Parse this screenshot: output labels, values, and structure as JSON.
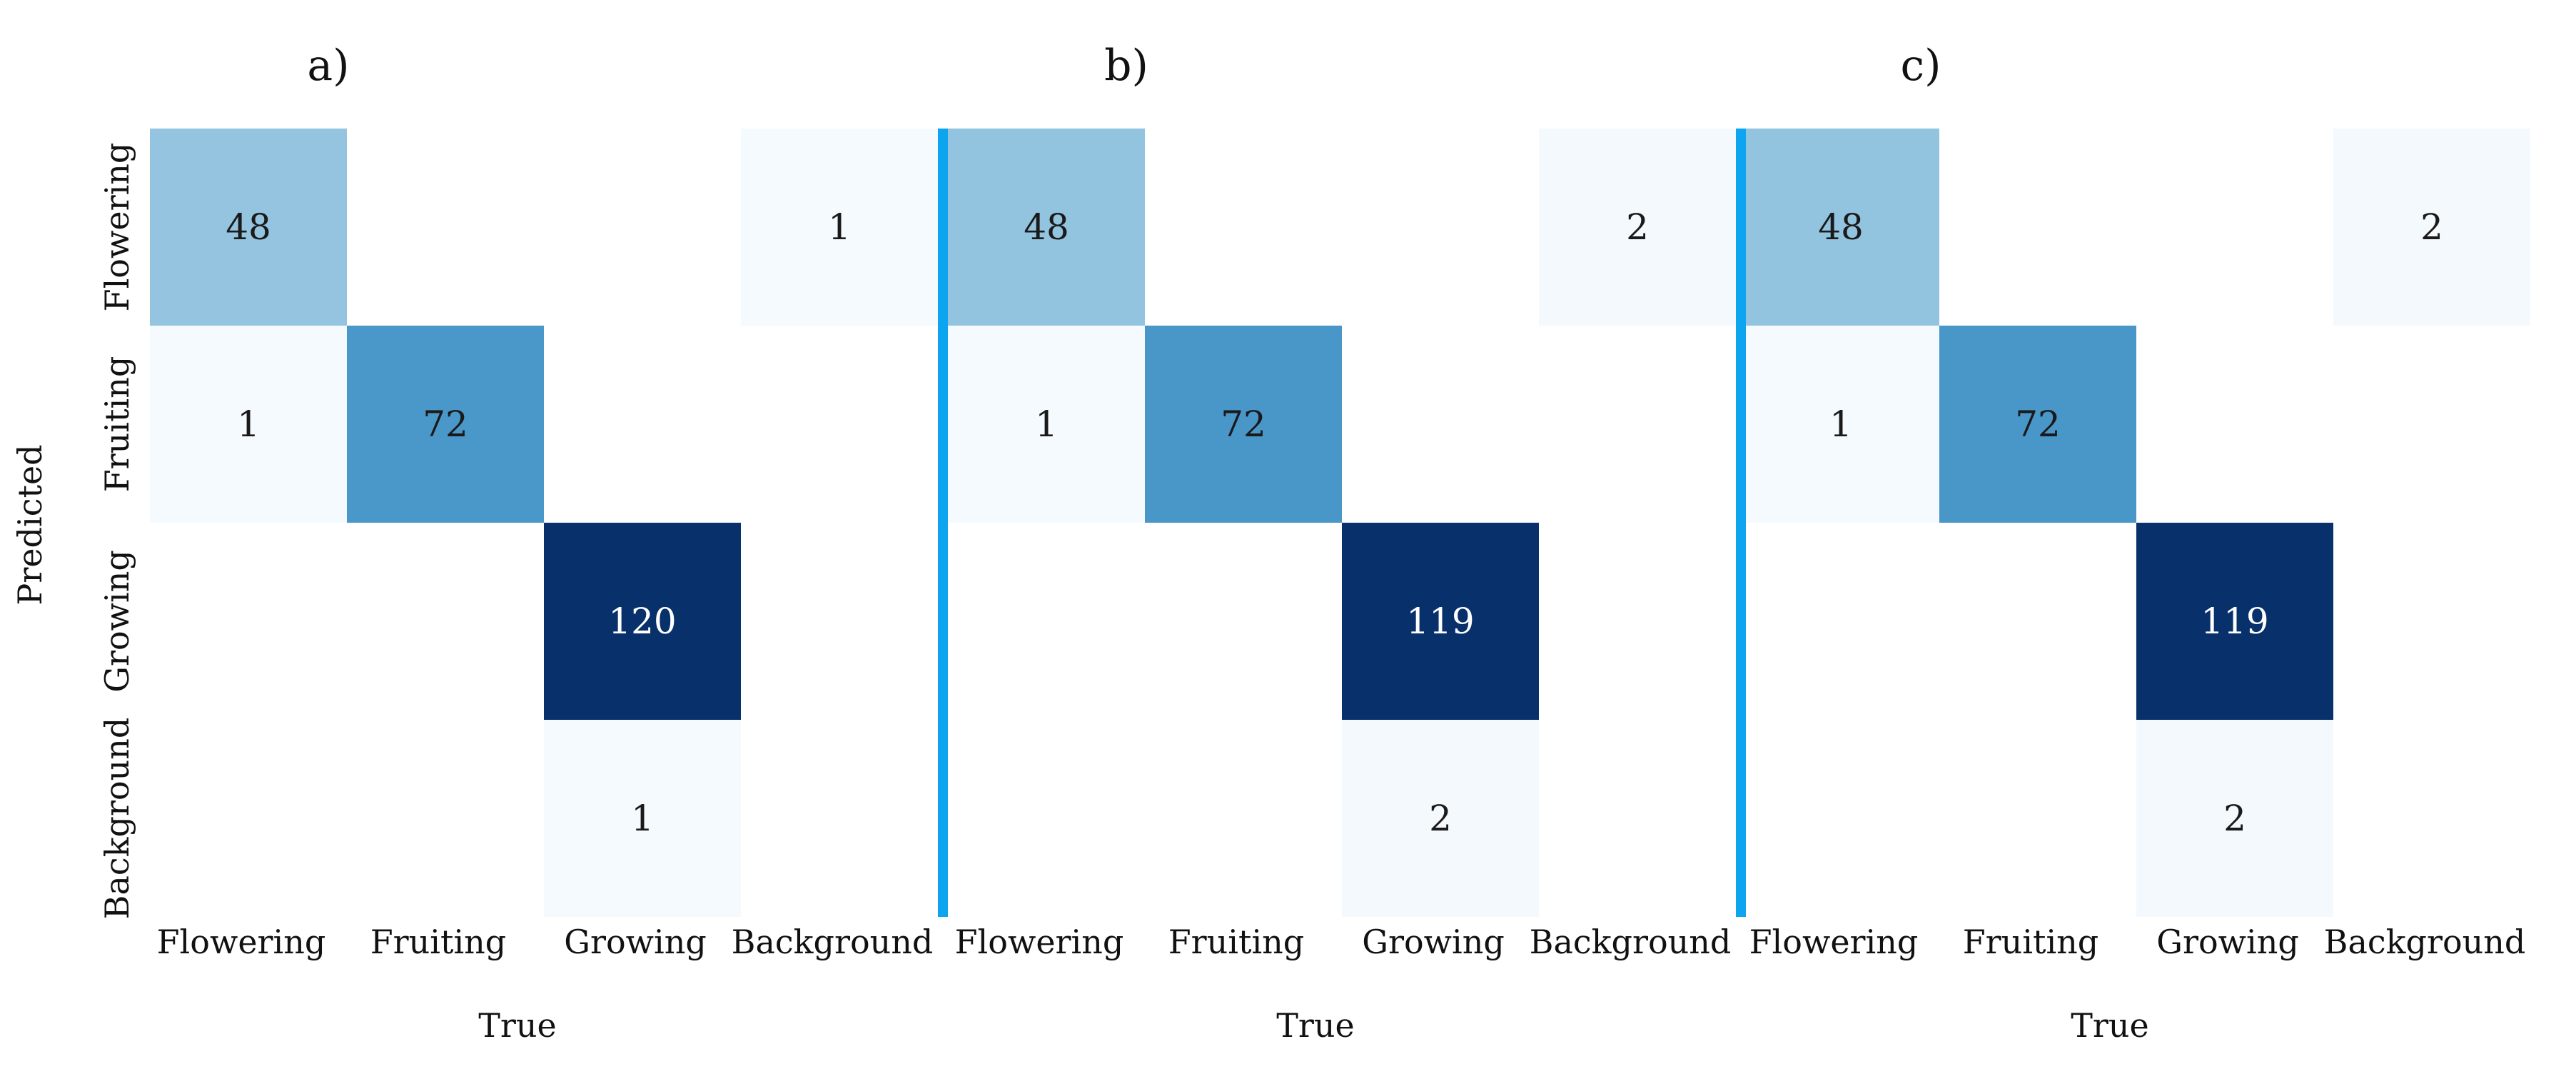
{
  "figure": {
    "ylabel": "Predicted",
    "separator_color": "#0ea5f0"
  },
  "chart_data": [
    {
      "type": "heatmap",
      "title": "a)",
      "xlabel": "True",
      "ylabel": "Predicted",
      "x_categories": [
        "Flowering",
        "Fruiting",
        "Growing",
        "Background"
      ],
      "y_categories": [
        "Flowering",
        "Fruiting",
        "Growing",
        "Background"
      ],
      "matrix": [
        [
          48,
          null,
          null,
          1
        ],
        [
          1,
          72,
          null,
          null
        ],
        [
          null,
          null,
          120,
          null
        ],
        [
          null,
          null,
          1,
          null
        ]
      ],
      "colormap": "Blues",
      "vmin": 0,
      "vmax": 120
    },
    {
      "type": "heatmap",
      "title": "b)",
      "xlabel": "True",
      "x_categories": [
        "Flowering",
        "Fruiting",
        "Growing",
        "Background"
      ],
      "y_categories": [
        "Flowering",
        "Fruiting",
        "Growing",
        "Background"
      ],
      "matrix": [
        [
          48,
          null,
          null,
          2
        ],
        [
          1,
          72,
          null,
          null
        ],
        [
          null,
          null,
          119,
          null
        ],
        [
          null,
          null,
          2,
          null
        ]
      ],
      "colormap": "Blues",
      "vmin": 0,
      "vmax": 119
    },
    {
      "type": "heatmap",
      "title": "c)",
      "xlabel": "True",
      "x_categories": [
        "Flowering",
        "Fruiting",
        "Growing",
        "Background"
      ],
      "y_categories": [
        "Flowering",
        "Fruiting",
        "Growing",
        "Background"
      ],
      "matrix": [
        [
          48,
          null,
          null,
          2
        ],
        [
          1,
          72,
          null,
          null
        ],
        [
          null,
          null,
          119,
          null
        ],
        [
          null,
          null,
          2,
          null
        ]
      ],
      "colormap": "Blues",
      "vmin": 0,
      "vmax": 119
    }
  ]
}
